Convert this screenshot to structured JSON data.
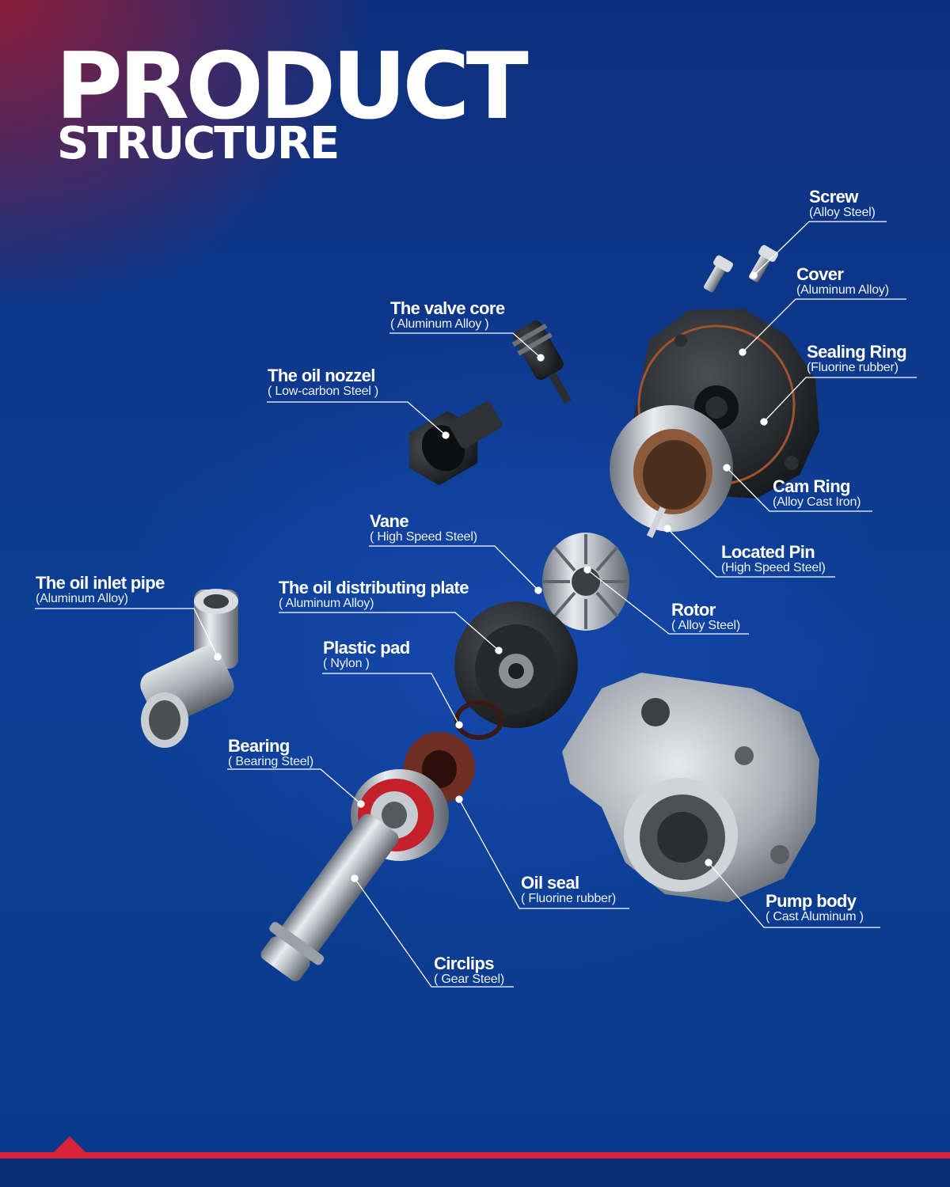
{
  "title": {
    "line1": "PRODUCT",
    "line2": "STRUCTURE"
  },
  "colors": {
    "accent": "#d8233a",
    "background": "#0c3f96",
    "text": "#ffffff"
  },
  "parts": [
    {
      "id": "screw",
      "name": "Screw",
      "material": "(Alloy Steel)"
    },
    {
      "id": "cover",
      "name": "Cover",
      "material": "(Aluminum Alloy)"
    },
    {
      "id": "sealing-ring",
      "name": "Sealing Ring",
      "material": "(Fluorine rubber)"
    },
    {
      "id": "valve-core",
      "name": "The valve core",
      "material": "( Aluminum Alloy )"
    },
    {
      "id": "oil-nozzel",
      "name": "The oil nozzel",
      "material": "( Low-carbon Steel )"
    },
    {
      "id": "cam-ring",
      "name": "Cam Ring",
      "material": "(Alloy Cast Iron)"
    },
    {
      "id": "located-pin",
      "name": "Located Pin",
      "material": "(High Speed Steel)"
    },
    {
      "id": "vane",
      "name": "Vane",
      "material": "( High Speed Steel)"
    },
    {
      "id": "rotor",
      "name": "Rotor",
      "material": "( Alloy Steel)"
    },
    {
      "id": "oil-inlet-pipe",
      "name": "The oil inlet pipe",
      "material": "(Aluminum Alloy)"
    },
    {
      "id": "oil-distributing-plate",
      "name": "The oil distributing plate",
      "material": "( Aluminum Alloy)"
    },
    {
      "id": "plastic-pad",
      "name": "Plastic pad",
      "material": "( Nylon )"
    },
    {
      "id": "bearing",
      "name": "Bearing",
      "material": "( Bearing Steel)"
    },
    {
      "id": "oil-seal",
      "name": "Oil seal",
      "material": "( Fluorine rubber)"
    },
    {
      "id": "pump-body",
      "name": "Pump body",
      "material": "( Cast Aluminum )"
    },
    {
      "id": "circlips",
      "name": "Circlips",
      "material": "( Gear Steel)"
    }
  ]
}
